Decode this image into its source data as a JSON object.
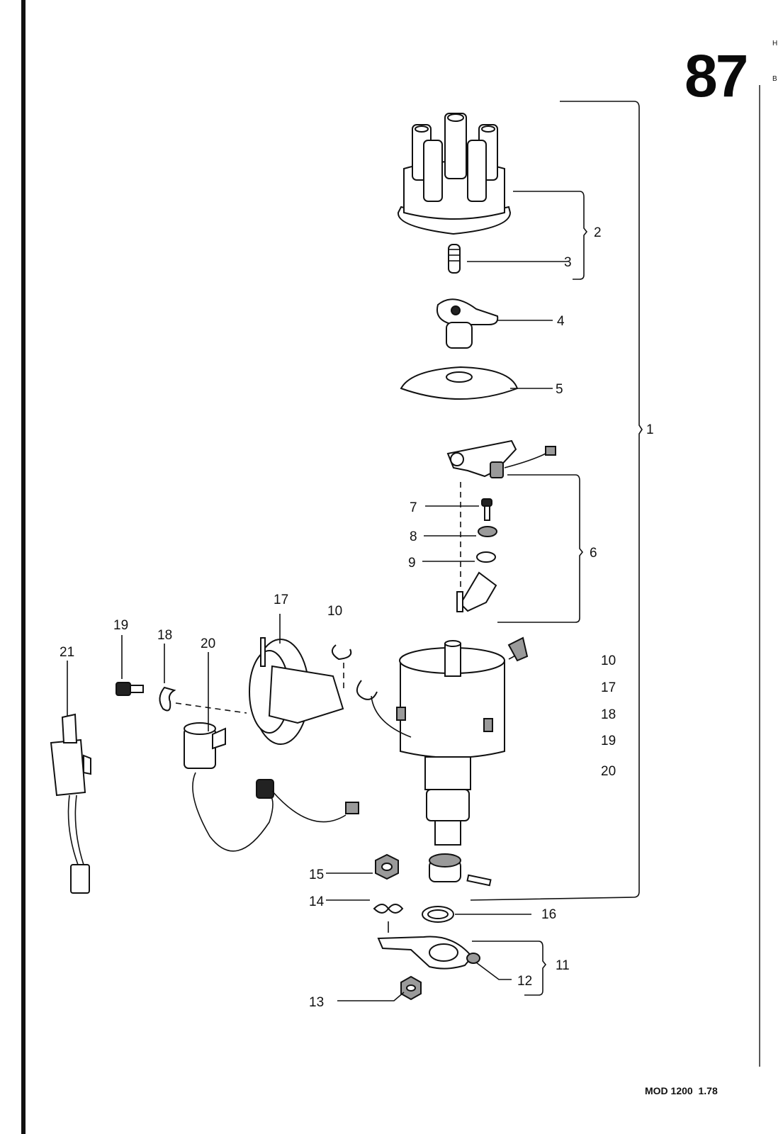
{
  "page_number": "87",
  "right_edge_fragments": [
    "H",
    "B"
  ],
  "footer": "MOD 1200  1.78",
  "callouts": {
    "c1": "1",
    "c2": "2",
    "c3": "3",
    "c4": "4",
    "c5": "5",
    "c6": "6",
    "c7": "7",
    "c8": "8",
    "c9": "9",
    "c10": "10",
    "c11": "11",
    "c12": "12",
    "c13": "13",
    "c14": "14",
    "c15": "15",
    "c16": "16",
    "c17": "17",
    "c18": "18",
    "c19": "19",
    "c20": "20",
    "c21": "21"
  },
  "note_list": [
    "10",
    "17",
    "18",
    "19",
    "20"
  ]
}
